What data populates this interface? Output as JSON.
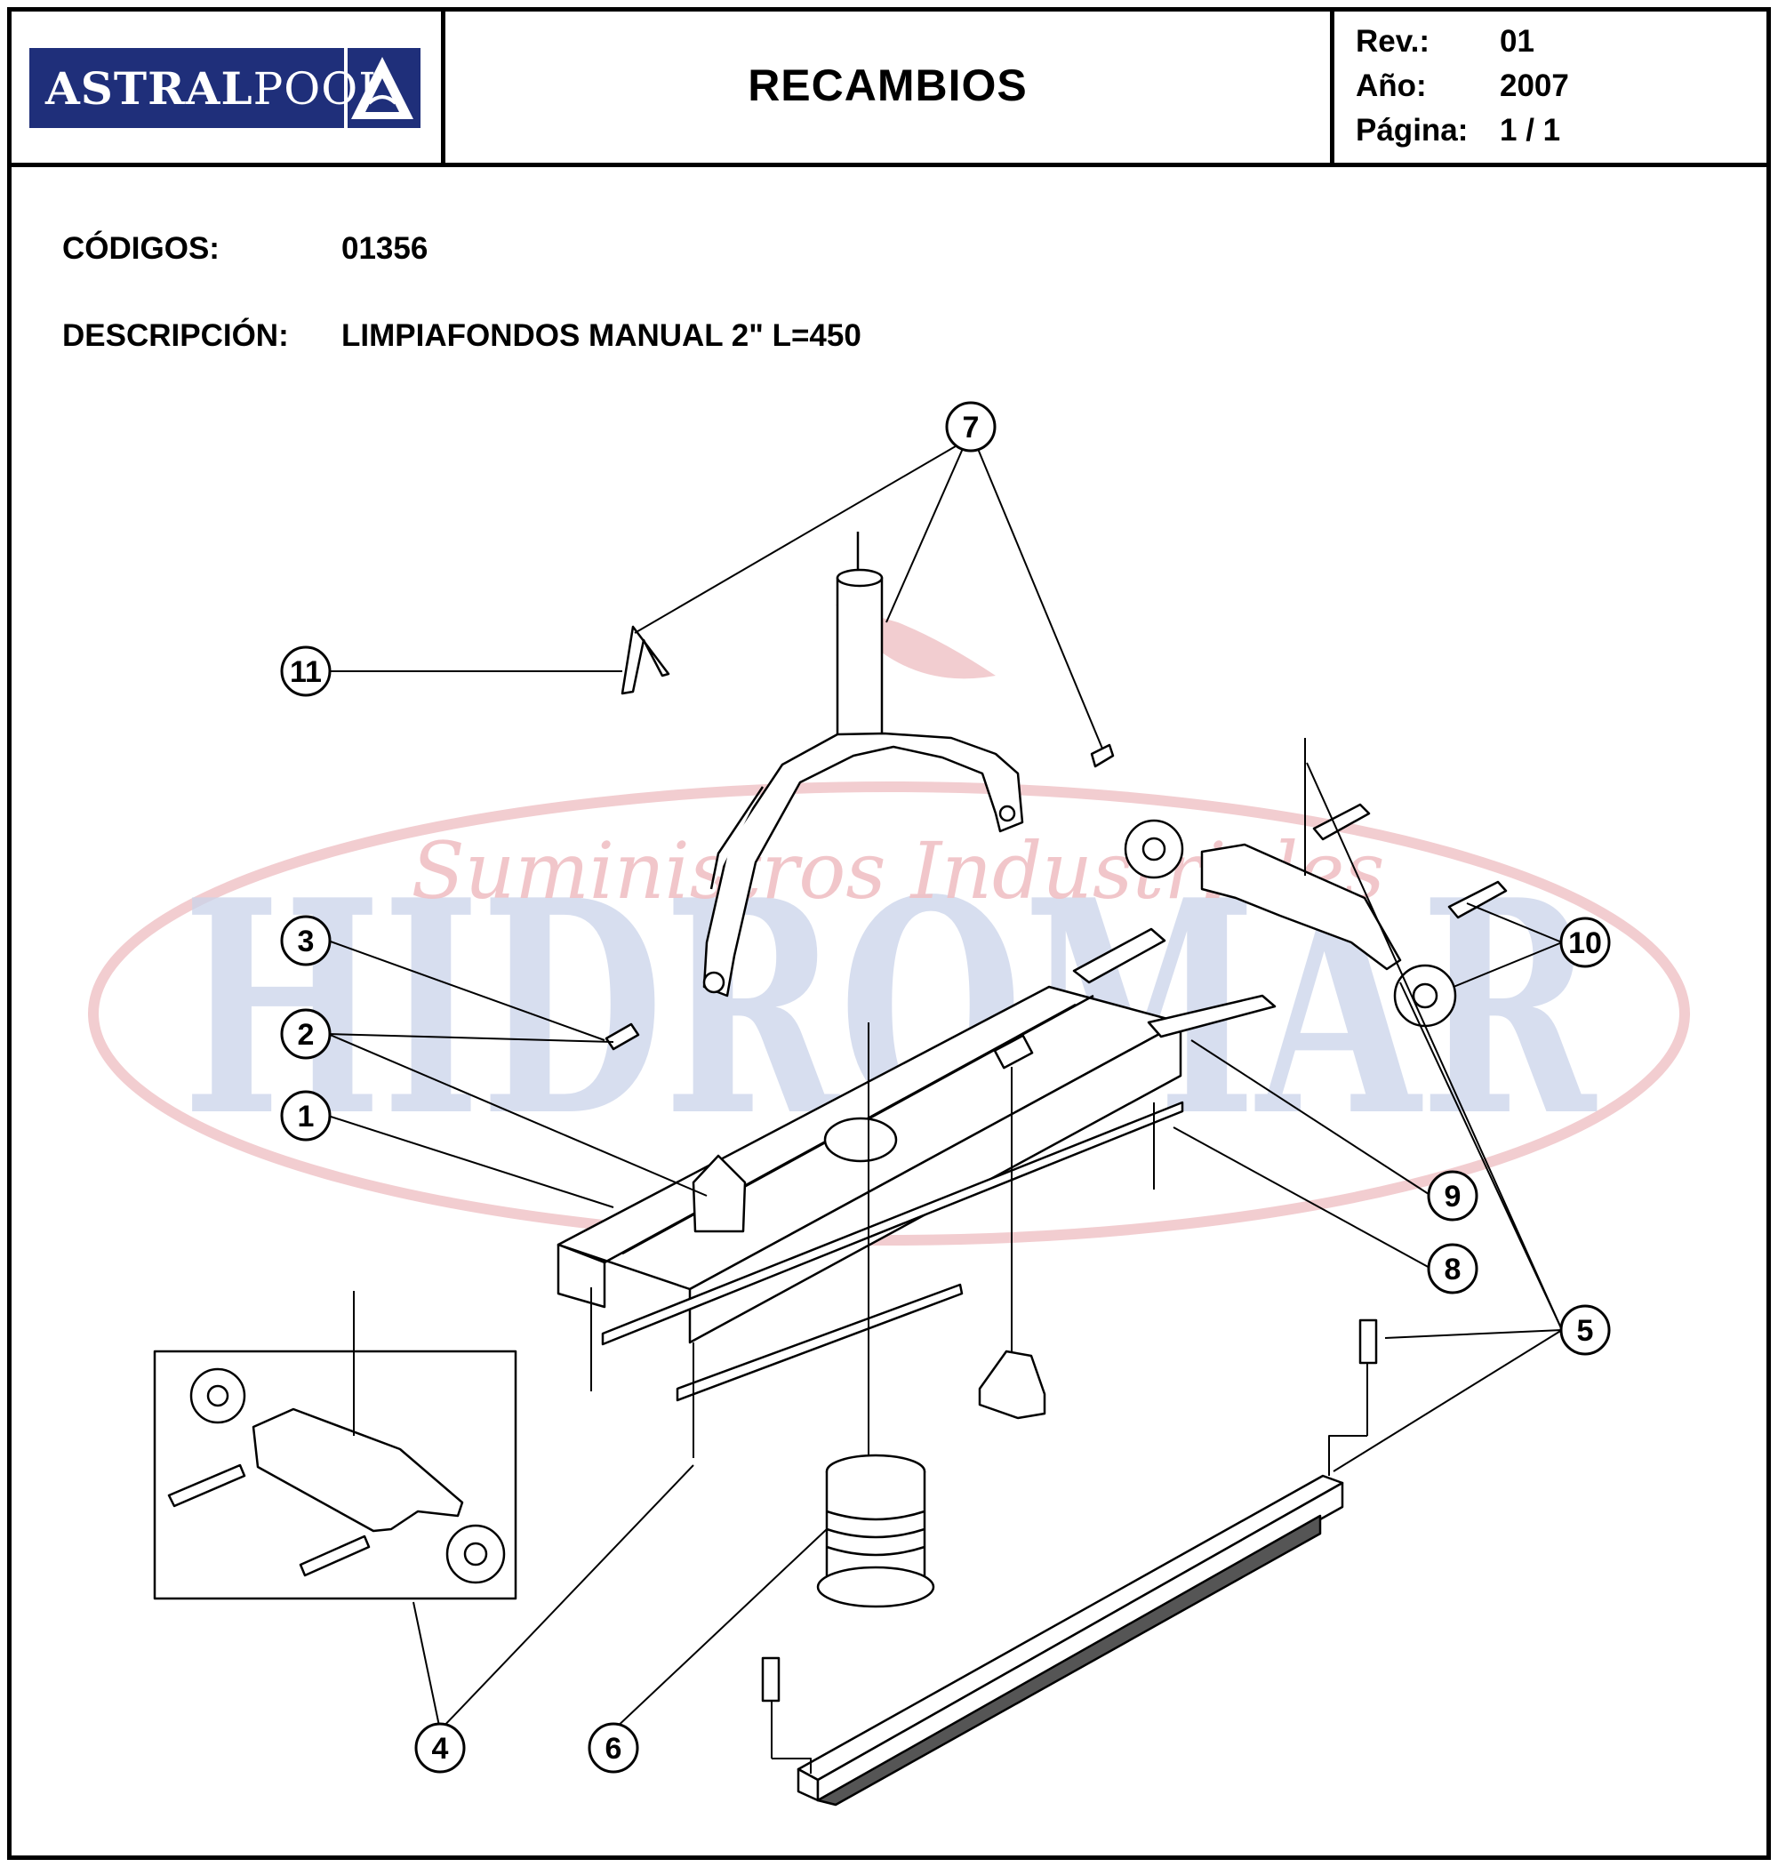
{
  "header": {
    "logo_bold": "ASTRAL",
    "logo_light": "POOL",
    "title": "RECAMBIOS",
    "rev_label": "Rev.:",
    "rev_value": "01",
    "year_label": "Año:",
    "year_value": "2007",
    "page_label": "Página:",
    "page_value": "1 / 1"
  },
  "info": {
    "codes_label": "CÓDIGOS:",
    "codes_value": "01356",
    "desc_label": "DESCRIPCIÓN:",
    "desc_value": "LIMPIAFONDOS MANUAL 2\" L=450"
  },
  "watermark": {
    "big": "HIDROMAR",
    "small": "Suministros Industriales"
  },
  "callouts": [
    "1",
    "2",
    "3",
    "4",
    "5",
    "6",
    "7",
    "8",
    "9",
    "10",
    "11"
  ],
  "colors": {
    "logo_blue": "#1f2f7a",
    "watermark_blue": "#c9d3ea",
    "watermark_red": "#f2cdd0"
  }
}
